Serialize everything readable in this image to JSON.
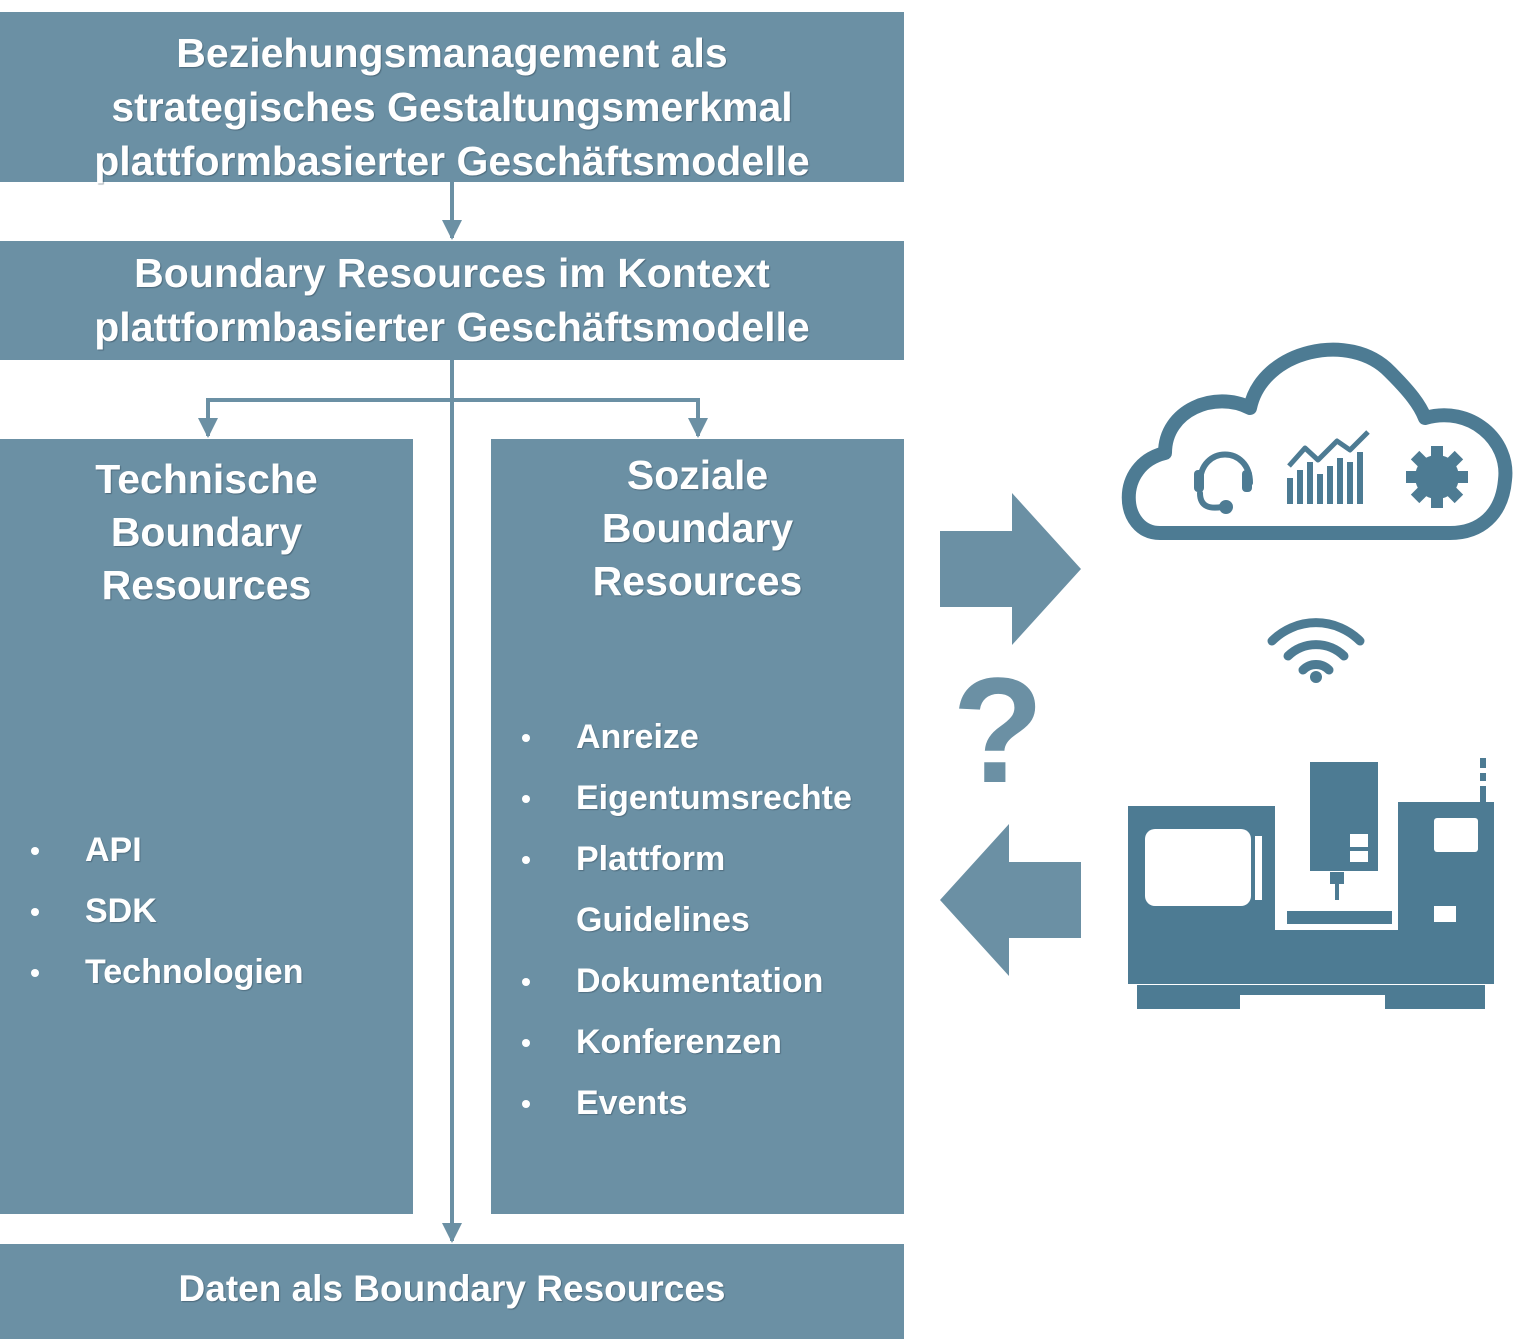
{
  "boxes": {
    "top": {
      "lines": [
        "Beziehungsmanagement als",
        "strategisches Gestaltungsmerkmal",
        "plattformbasierter Geschäftsmodelle"
      ]
    },
    "middle": {
      "lines": [
        "Boundary Resources im Kontext",
        "plattformbasierter Geschäftsmodelle"
      ]
    },
    "technical": {
      "lines": [
        "Technische",
        "Boundary",
        "Resources"
      ],
      "items": [
        "API",
        "SDK",
        "Technologien"
      ]
    },
    "social": {
      "lines": [
        "Soziale",
        "Boundary",
        "Resources"
      ],
      "items": [
        "Anreize",
        "Eigentumsrechte",
        "Plattform",
        "Guidelines",
        "Dokumentation",
        "Konferenzen",
        "Events"
      ]
    },
    "bottom": {
      "title": "Daten als Boundary Resources"
    }
  },
  "question_mark": "?",
  "icons": [
    "cloud-icon",
    "headset-icon",
    "bar-chart-icon",
    "gear-icon",
    "wifi-icon",
    "cnc-machine-icon",
    "arrow-right-icon",
    "arrow-left-icon"
  ],
  "colors": {
    "box_fill": "#6b90a4",
    "connector": "#6b90a4",
    "icon_dark": "#4d7b93",
    "text": "#ffffff"
  }
}
